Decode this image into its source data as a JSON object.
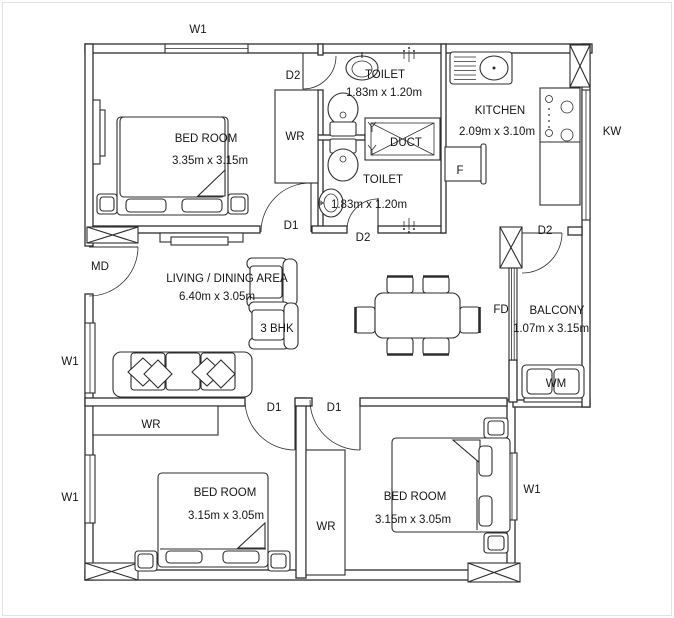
{
  "meta": {
    "background": "#ffffff",
    "line_color": "#2e2e2e"
  },
  "plan": {
    "bhk_label": "3 BHK",
    "rooms": {
      "bedroom1": {
        "name": "BED ROOM",
        "dims": "3.35m x 3.15m"
      },
      "bedroom2": {
        "name": "BED ROOM",
        "dims": "3.15m x 3.05m"
      },
      "bedroom3": {
        "name": "BED ROOM",
        "dims": "3.15m x 3.05m"
      },
      "toilet1": {
        "name": "TOILET",
        "dims": "1.83m x 1.20m"
      },
      "toilet2": {
        "name": "TOILET",
        "dims": "1.83m x 1.20m"
      },
      "kitchen": {
        "name": "KITCHEN",
        "dims": "2.09m x 3.10m"
      },
      "living": {
        "name": "LIVING / DINING AREA",
        "dims": "6.40m x 3.05m"
      },
      "balcony": {
        "name": "BALCONY",
        "dims": "1.07m x 3.15m"
      },
      "duct": {
        "name": "DUCT"
      }
    },
    "labels": {
      "window": "W1",
      "kitchen_window": "KW",
      "main_door": "MD",
      "door_d1": "D1",
      "door_d2": "D2",
      "folding_door": "FD",
      "wardrobe": "WR",
      "washing_machine": "WM",
      "fridge": "F"
    }
  }
}
